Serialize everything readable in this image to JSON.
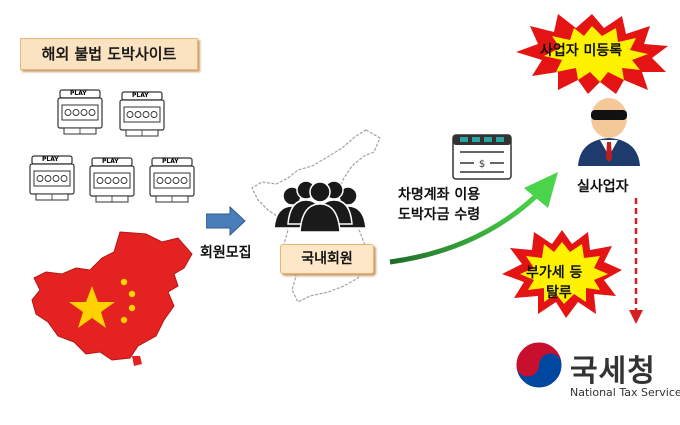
{
  "title": "해외 불법 도박사이트",
  "recruit_label": "회원모집",
  "members_label": "국내회원",
  "payment_line1": "차명계좌 이용",
  "payment_line2": "도박자금 수령",
  "operator_label": "실사업자",
  "burst_top": "사업자 미등록",
  "burst_bottom_line1": "부가세 등",
  "burst_bottom_line2": "탈루",
  "nts_korean": "국세청",
  "nts_english": "National Tax Service",
  "slot_machine_label": "PLAY",
  "colors": {
    "china_red": "#e52222",
    "star_yellow": "#ffd200",
    "arrow_blue": "#4a7ebb",
    "burst_red": "#e41414",
    "burst_yellow": "#fff200",
    "curve_green": "#3ec43e",
    "dashed_red": "#d42020"
  }
}
